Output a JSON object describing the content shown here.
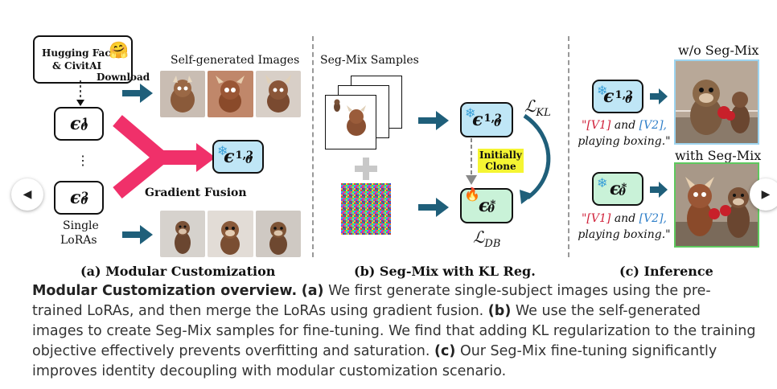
{
  "panel_a": {
    "hf_line1": "Hugging Face",
    "hf_line2": "& CivitAI",
    "hf_emoji": "🤗",
    "download": "Download",
    "self_generated": "Self-generated Images",
    "eps1_sup": "1",
    "eps2_sup": "2",
    "eps12_sup": "1,2",
    "eps_symbol": "ϵ",
    "eps_sub": "θ",
    "dots": "⋮",
    "gradient_fusion": "Gradient Fusion",
    "single": "Single",
    "loras": "LoRAs",
    "caption": "(a) Modular Customization"
  },
  "panel_b": {
    "samples_title": "Seg-Mix Samples",
    "plus": "+",
    "eps12_sup": "1,2",
    "eps_star_sup": "*",
    "initially": "Initially",
    "clone": "Clone",
    "loss_kl": "ℒ",
    "loss_kl_sub": "KL",
    "loss_db": "ℒ",
    "loss_db_sub": "DB",
    "caption": "(b) Seg-Mix with KL Reg."
  },
  "panel_c": {
    "wo_label": "w/o Seg-Mix",
    "with_label": "with Seg-Mix",
    "prompt_v1": "\"[V1]",
    "prompt_and": " and ",
    "prompt_v2": "[V2],",
    "prompt_line2": "playing boxing.\"",
    "eps12_sup": "1,2",
    "eps_star_sup": "*",
    "caption": "(c) Inference"
  },
  "caption": {
    "title": "Modular Customization overview.",
    "a_tag": "(a)",
    "a_text": " We first generate single-subject images using the pre-trained LoRAs, and then merge the LoRAs using gradient fusion. ",
    "b_tag": "(b)",
    "b_text": " We use the self-generated images to create Seg-Mix samples for fine-tuning. We find that adding KL regularization to the training objective effectively prevents overfitting and saturation. ",
    "c_tag": "(c)",
    "c_text": " Our Seg-Mix fine-tuning significantly improves identity decoupling with modular customization scenario."
  },
  "nav": {
    "prev_icon": "◀",
    "next_icon": "▶"
  },
  "colors": {
    "arrow_teal": "#1f5f7a",
    "fusion_pink": "#f0306a",
    "clone_yellow": "#f5f532",
    "frozen_blue": "#bfe6f6",
    "trainable_green": "#c9f2d8"
  }
}
